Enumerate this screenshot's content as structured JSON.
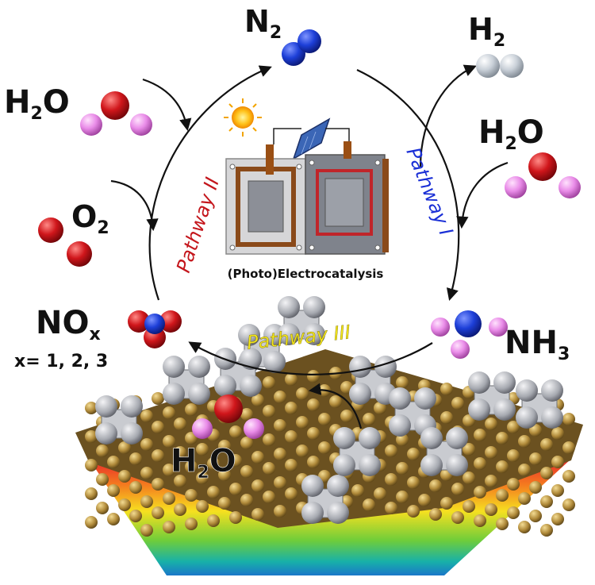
{
  "molecules": {
    "n2": {
      "label": "N",
      "sub": "2"
    },
    "h2_top": {
      "label": "H",
      "sub": "2"
    },
    "h2o_left": {
      "label": "H",
      "sub": "2",
      "tail": "O"
    },
    "h2o_right": {
      "label": "H",
      "sub": "2",
      "tail": "O"
    },
    "o2": {
      "label": "O",
      "sub": "2"
    },
    "nox": {
      "label": "NO",
      "sub": "x",
      "note": "x= 1, 2, 3"
    },
    "nh3": {
      "label": "NH",
      "sub": "3"
    },
    "h2o_bottom": {
      "label": "H",
      "sub": "2",
      "tail": "O"
    }
  },
  "pathways": {
    "one": {
      "label": "Pathway I",
      "color": "#1a2fd6"
    },
    "two": {
      "label": "Pathway II",
      "color": "#c4161c"
    },
    "three": {
      "label": "Pathway III",
      "color": "#f4e81e"
    }
  },
  "cell": {
    "caption": "(Photo)Electrocatalysis"
  },
  "colors": {
    "nitrogen": "#1d3fd8",
    "oxygen": "#d0161b",
    "hydrogen": "#e98ce8",
    "h2_gray": "#c9d0d8",
    "substrate_gold": "#b08a3a",
    "arrow": "#111111"
  }
}
